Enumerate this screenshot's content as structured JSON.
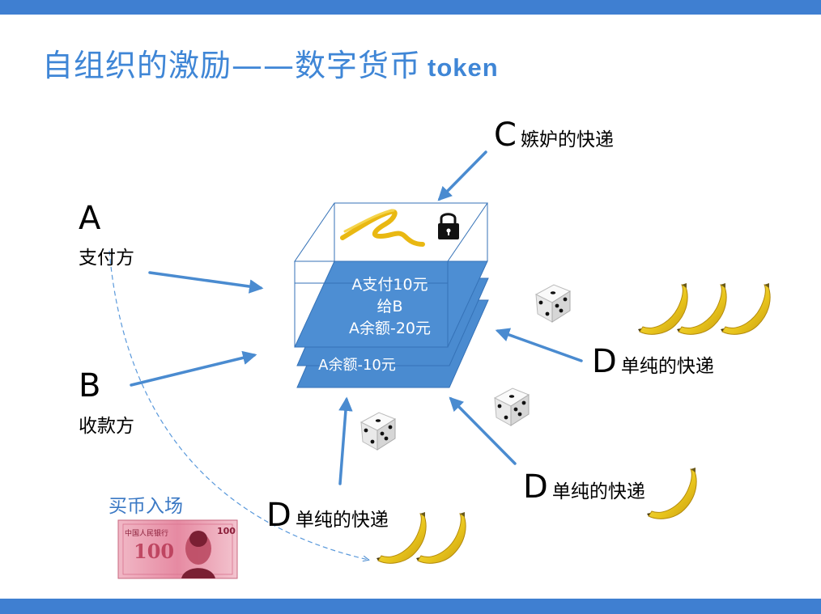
{
  "slide": {
    "title": "自组织的激励——数字货币",
    "title_token": "token",
    "accent_color": "#3f7fd1"
  },
  "parties": {
    "a": {
      "letter": "A",
      "role": "支付方"
    },
    "b": {
      "letter": "B",
      "role": "收款方"
    },
    "c": {
      "letter": "C",
      "role": "嫉妒的快递"
    },
    "d_right": {
      "letter": "D",
      "role": "单纯的快递"
    },
    "d_lower_right": {
      "letter": "D",
      "role": "单纯的快递"
    },
    "d_bottom": {
      "letter": "D",
      "role": "单纯的快递"
    }
  },
  "ledger": {
    "top_block": [
      "A支付10元",
      "给B",
      "A余额-20元"
    ],
    "hidden_block_text": "A余额-10元"
  },
  "buy_in": {
    "label": "买币入场"
  },
  "icons": [
    "lock-icon",
    "dice-icon",
    "banana-icon",
    "banknote-image",
    "signature-scribble"
  ]
}
